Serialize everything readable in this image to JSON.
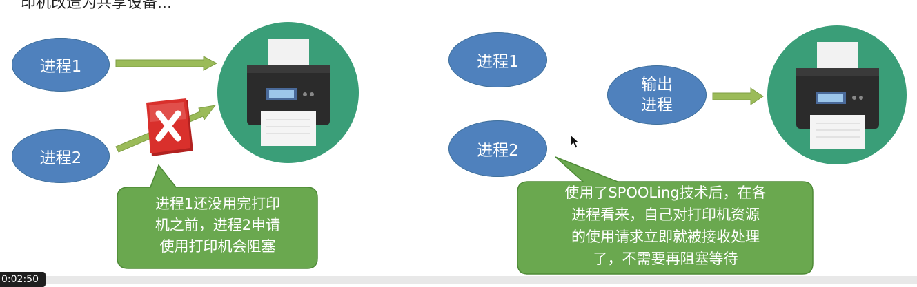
{
  "top_text": "印机改造为共享设备...",
  "left": {
    "process1": "进程1",
    "process2": "进程2",
    "callout_lines": [
      "进程1还没用完打印",
      "机之前，进程2申请",
      "使用打印机会阻塞"
    ]
  },
  "right": {
    "process1": "进程1",
    "process2": "进程2",
    "output_lines": [
      "输出",
      "进程"
    ],
    "callout_lines": [
      "使用了SPOOLing技术后，在各",
      "进程看来，自己对打印机资源",
      "的使用请求立即就被接收处理",
      "了，不需要再阻塞等待"
    ]
  },
  "timestamp": "0:02:50",
  "colors": {
    "ellipse": "#4f81bd",
    "arrow": "#9bbb59",
    "callout": "#6aa84f",
    "printer_circle": "#3a9e78",
    "block_icon": "#d9302c"
  }
}
